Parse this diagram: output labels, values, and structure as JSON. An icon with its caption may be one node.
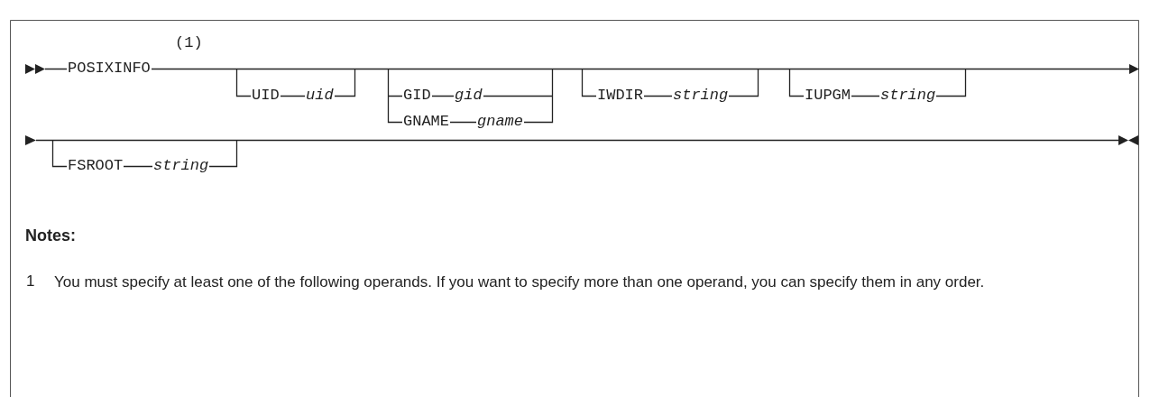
{
  "diagram": {
    "labels": [
      "(1)",
      "POSIXINFO",
      "UID",
      "uid",
      "GID",
      "gid",
      "GNAME",
      "gname",
      "IWDIR",
      "string",
      "IUPGM",
      "string",
      "FSROOT",
      "string",
      "Notes:",
      "1",
      "You must specify at least one of the following operands. If you want to specify more than one operand, you can specify them in any order."
    ]
  }
}
